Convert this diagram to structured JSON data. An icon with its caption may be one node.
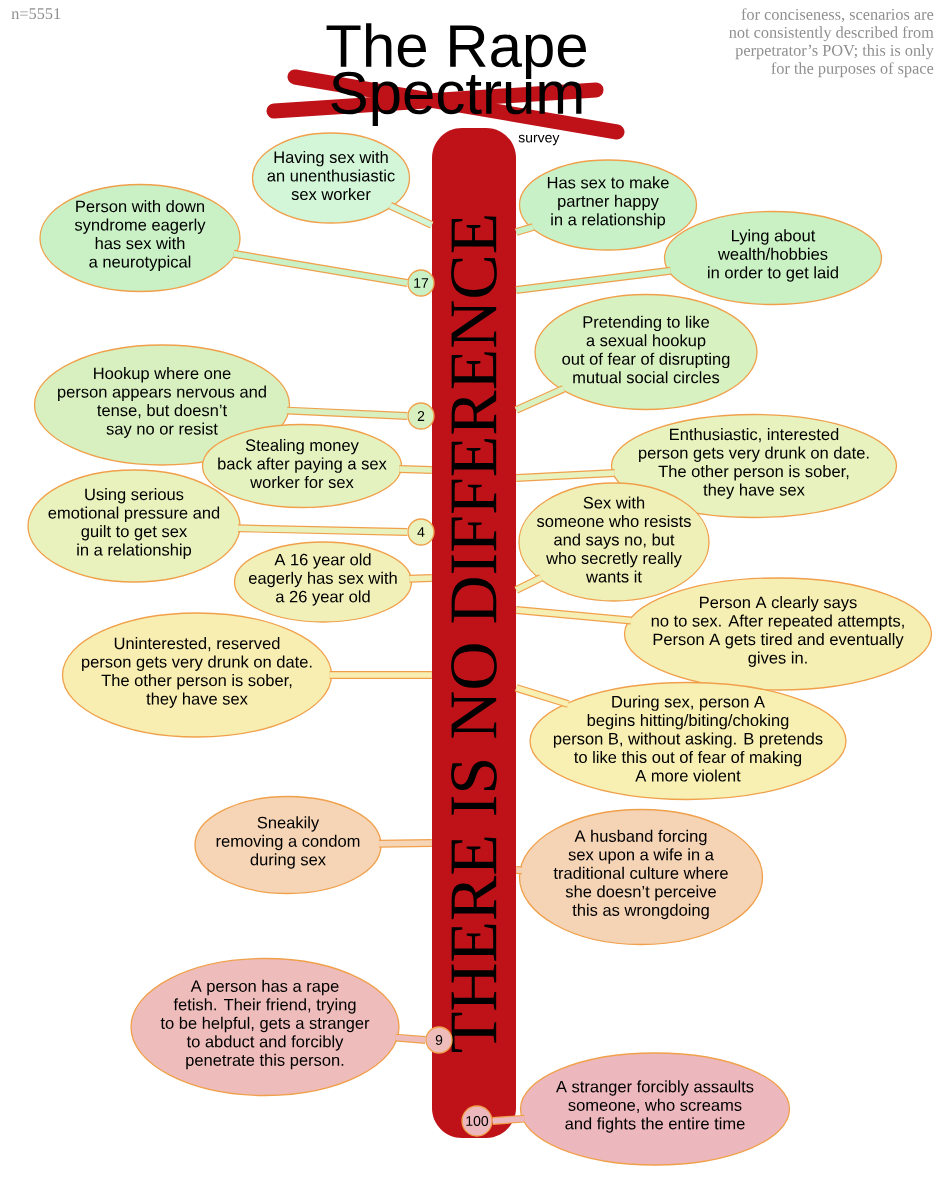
{
  "diagram": {
    "title": "The Rape Spectrum",
    "nodes": [
      {
        "text": [
          "THERE IS NO DIFFERENCE"
        ]
      },
      {
        "text": [
          "Having sex with an unenthusiastic sex worker"
        ]
      },
      {
        "text": [
          "Has sex to make partner happy in a relationship"
        ]
      },
      {
        "text": [
          "Person with down syndrome eagerly has sex with a neurotypical"
        ]
      },
      {
        "text": [
          "17"
        ]
      },
      {
        "text": [
          "Lying about wealth/hobbies in order to get laid"
        ]
      },
      {
        "text": [
          "Pretending to like a sexual hookup out of fear of disrupting mutual social circles"
        ]
      },
      {
        "text": [
          "Hookup where one person appears nervous and tense, but doesn’t say no or resist"
        ]
      },
      {
        "text": [
          "2"
        ]
      },
      {
        "text": [
          "Stealing money back after paying a sex worker for sex"
        ]
      },
      {
        "text": [
          "Enthusiastic, interested person gets very drunk on date. The other person is sober, they have sex"
        ]
      },
      {
        "text": [
          "Using serious emotional pressure and guilt to get sex in a relationship"
        ]
      },
      {
        "text": [
          "4"
        ]
      },
      {
        "text": [
          "Sex with someone who resists and says no, but who secretly really wants it"
        ]
      },
      {
        "text": [
          "A 16 year old eagerly has sex with a 26 year old"
        ]
      },
      {
        "text": [
          "Person A clearly says no to sex. After repeated attempts, Person A gets tired and eventually gives in."
        ]
      },
      {
        "text": [
          "Uninterested, reserved person gets very drunk on date. The other person is sober, they have sex"
        ]
      },
      {
        "text": [
          "During sex, person A begins hitting/biting/choking person B, without asking. B pretends to like this out of fear of making A more violent"
        ]
      },
      {
        "text": [
          "Sneakily removing a condom during sex"
        ]
      },
      {
        "text": [
          "A husband forcing sex upon a wife in a traditional culture where she doesn’t perceive this as wrongdoing"
        ]
      },
      {
        "text": [
          "A person has a rape fetish. Their friend, trying to be helpful, gets a stranger to abduct and forcibly penetrate this person."
        ]
      },
      {
        "text": [
          "9"
        ]
      },
      {
        "text": [
          "A stranger forcibly assaults someone, who screams and fights the entire time"
        ]
      },
      {
        "text": [
          "100"
        ],
        "in": 0
      }
    ],
    "edges": [
      {
        "from": 1,
        "to": 0,
        "arrow": "none"
      },
      {
        "from": 2,
        "to": 0,
        "arrow": "none"
      },
      {
        "from": 3,
        "to": 4,
        "arrow": "none"
      },
      {
        "from": 5,
        "to": 0,
        "arrow": "none"
      },
      {
        "from": 6,
        "to": 0,
        "arrow": "none"
      },
      {
        "from": 7,
        "to": 8,
        "arrow": "none"
      },
      {
        "from": 9,
        "to": 0,
        "arrow": "none"
      },
      {
        "from": 10,
        "to": 0,
        "arrow": "none"
      },
      {
        "from": 11,
        "to": 12,
        "arrow": "none"
      },
      {
        "from": 13,
        "to": 0,
        "arrow": "none"
      },
      {
        "from": 14,
        "to": 0,
        "arrow": "none"
      },
      {
        "from": 15,
        "to": 0,
        "arrow": "none"
      },
      {
        "from": 16,
        "to": 0,
        "arrow": "none"
      },
      {
        "from": 17,
        "to": 0,
        "arrow": "none"
      },
      {
        "from": 18,
        "to": 0,
        "arrow": "none"
      },
      {
        "from": 19,
        "to": 0,
        "arrow": "none"
      },
      {
        "from": 20,
        "to": 21,
        "arrow": "none"
      },
      {
        "from": 22,
        "to": 23,
        "arrow": "none"
      }
    ],
    "labels": [
      "n=5551",
      "for conciseness, scenarios are not consistently described from perpetrator’s POV; this is only for the purposes of space",
      "survey"
    ]
  }
}
